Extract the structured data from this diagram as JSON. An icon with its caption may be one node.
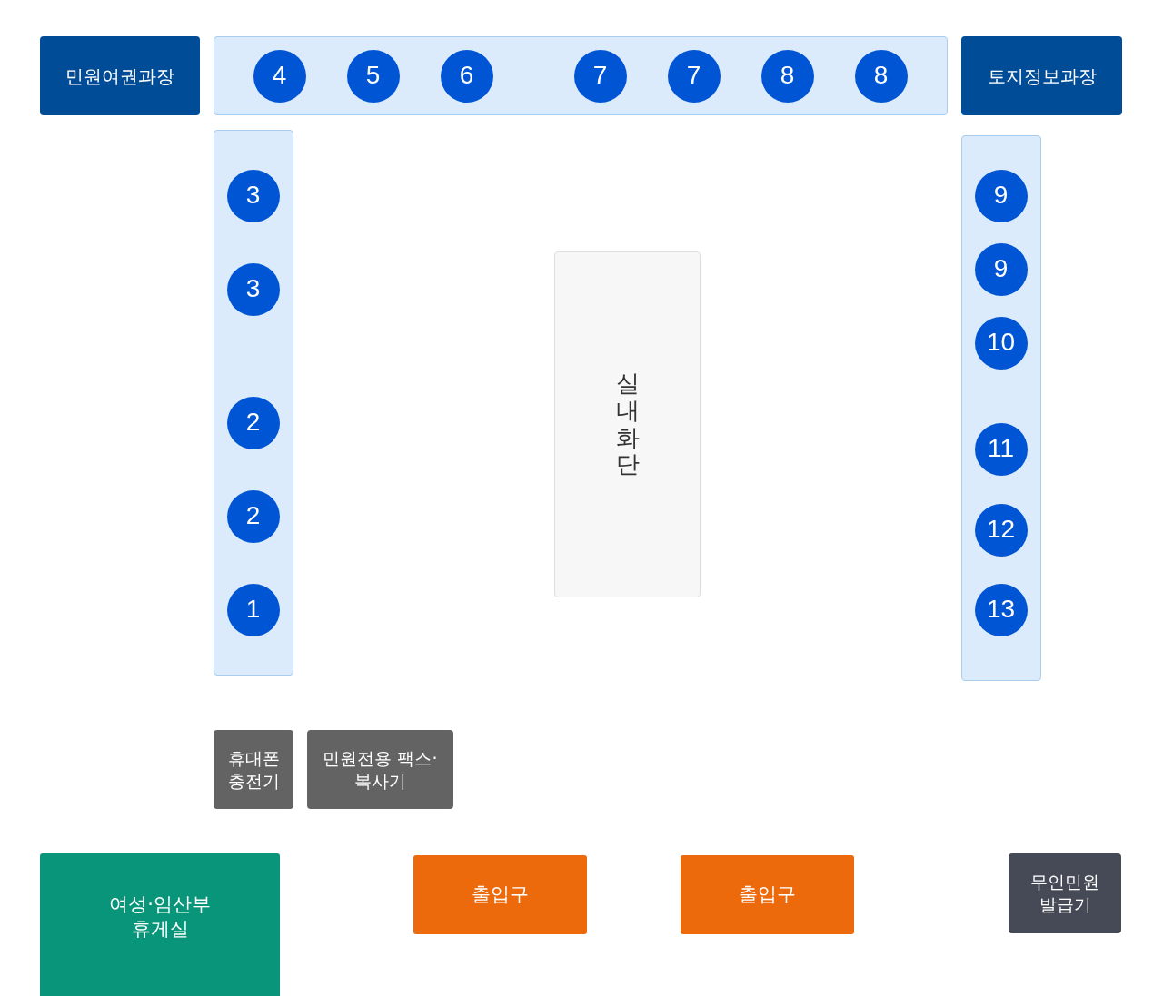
{
  "diagram": {
    "nodes": [
      {
        "text": [
          "민원여권과장"
        ]
      },
      {
        "text": [],
        "shape": "box"
      },
      {
        "text": [
          "4"
        ],
        "in": 1
      },
      {
        "text": [
          "5"
        ],
        "in": 1
      },
      {
        "text": [
          "6"
        ],
        "in": 1
      },
      {
        "text": [
          "7"
        ],
        "in": 1
      },
      {
        "text": [
          "7"
        ],
        "in": 1
      },
      {
        "text": [
          "8"
        ],
        "in": 1
      },
      {
        "text": [
          "8"
        ],
        "in": 1
      },
      {
        "text": [
          "토지정보과장"
        ]
      },
      {
        "text": [],
        "shape": "box"
      },
      {
        "text": [
          "3"
        ],
        "in": 10
      },
      {
        "text": [
          "3"
        ],
        "in": 10
      },
      {
        "text": [
          "2"
        ],
        "in": 10
      },
      {
        "text": [
          "2"
        ],
        "in": 10
      },
      {
        "text": [
          "1"
        ],
        "in": 10
      },
      {
        "text": [
          "실내화단"
        ]
      },
      {
        "text": [],
        "shape": "box"
      },
      {
        "text": [
          "9"
        ],
        "in": 17
      },
      {
        "text": [
          "9"
        ],
        "in": 17
      },
      {
        "text": [
          "10"
        ],
        "in": 17
      },
      {
        "text": [
          "11"
        ],
        "in": 17
      },
      {
        "text": [
          "12"
        ],
        "in": 17
      },
      {
        "text": [
          "13"
        ],
        "in": 17
      },
      {
        "text": [
          "휴대폰 충전기"
        ]
      },
      {
        "text": [
          "민원전용 팩스·복사기"
        ]
      },
      {
        "text": [
          "여성·임산부 휴게실"
        ]
      },
      {
        "text": [
          "출입구"
        ]
      },
      {
        "text": [
          "출입구"
        ]
      },
      {
        "text": [
          "무인민원 발급기"
        ]
      }
    ]
  }
}
